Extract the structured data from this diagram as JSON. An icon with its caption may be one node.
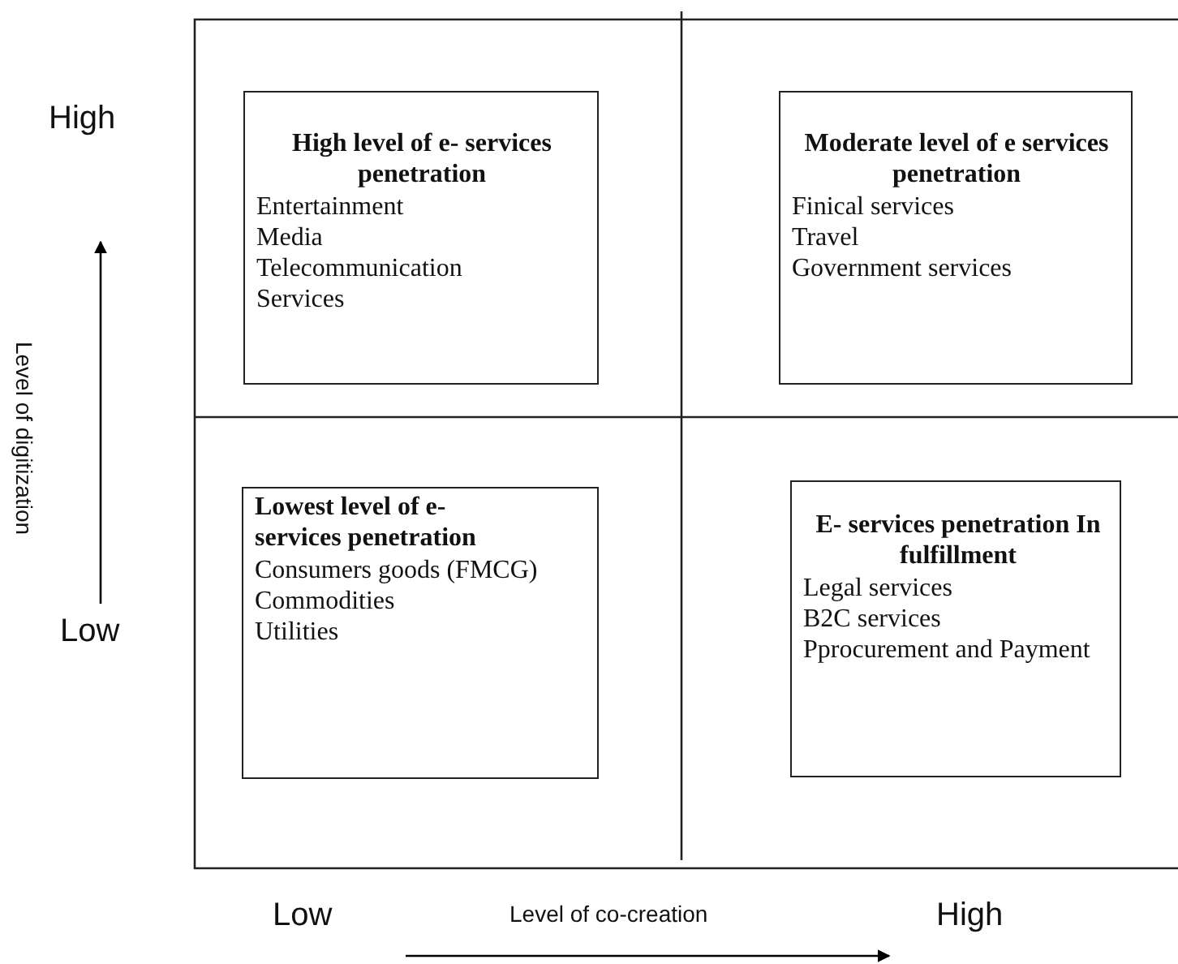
{
  "diagram": {
    "nodes": [
      {
        "text": [
          "High level of e- services penetration",
          "Entertainment",
          "Media",
          "Telecommunication",
          "Services"
        ]
      },
      {
        "text": [
          "Moderate  level of e services penetration",
          "Finical services",
          "Travel",
          "Government services"
        ]
      },
      {
        "text": [
          "Lowest level of e- services penetration",
          "Consumers goods (FMCG)",
          "Commodities",
          "Utilities"
        ]
      },
      {
        "text": [
          "E- services penetration In fulfillment",
          "Legal services",
          "B2C services",
          "Pprocurement  and Payment"
        ]
      }
    ],
    "labels": [
      "High",
      "Level of digitization",
      "Low",
      "Low",
      "Level of co-creation",
      "High"
    ]
  }
}
